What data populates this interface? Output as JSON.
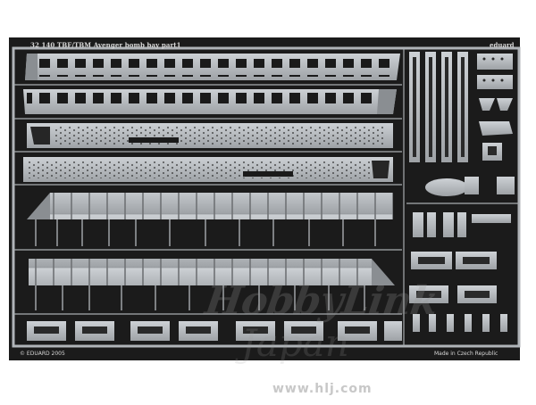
{
  "sheet": {
    "title": "32 140   TBF/TBM Avenger bomb bay    part1",
    "brand": "eduard",
    "copyright": "© EDUARD 2005",
    "made_in": "Made in Czech Republic"
  },
  "watermark": {
    "logo": "HobbyLink",
    "script": "Japan",
    "url": "www.hlj.com"
  },
  "colors": {
    "background": "#1a1a1a",
    "etch_metal": "#b4b8bc",
    "etch_shadow": "#7e8286",
    "page": "#ffffff"
  }
}
